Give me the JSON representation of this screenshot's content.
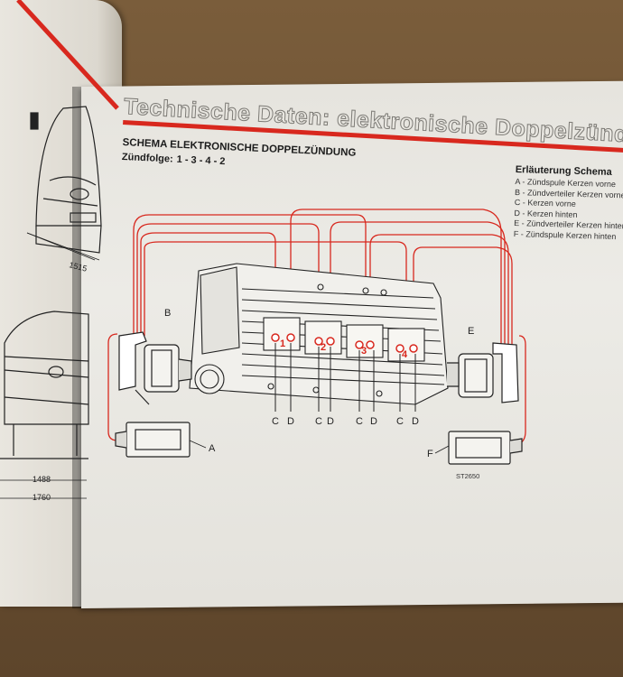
{
  "header": {
    "title": "Technische Daten: elektronische Doppelzündung"
  },
  "schema": {
    "title": "SCHEMA ELEKTRONISCHE DOPPELZÜNDUNG",
    "firing_label": "Zündfolge:",
    "firing_order": "1 - 3 - 4 - 2"
  },
  "legend": {
    "title": "Erläuterung Schema",
    "items": [
      "A - Zündspule Kerzen vorne",
      "B - Zündverteiler Kerzen vorne",
      "C - Kerzen vorne",
      "D - Kerzen hinten",
      "E - Zündverteiler Kerzen hinten",
      "F - Zündspule Kerzen hinten"
    ]
  },
  "diagram": {
    "component_labels": [
      "A",
      "B",
      "E",
      "F"
    ],
    "cylinder_numbers": [
      "1",
      "2",
      "3",
      "4"
    ],
    "plug_labels": [
      "C",
      "D",
      "C",
      "D",
      "C",
      "D",
      "C",
      "D"
    ],
    "drawing_code": "ST2650",
    "colors": {
      "wire": "#d8281e",
      "ink": "#222222"
    }
  },
  "left_page": {
    "dimensions": [
      "1515",
      "1488",
      "1760"
    ]
  }
}
